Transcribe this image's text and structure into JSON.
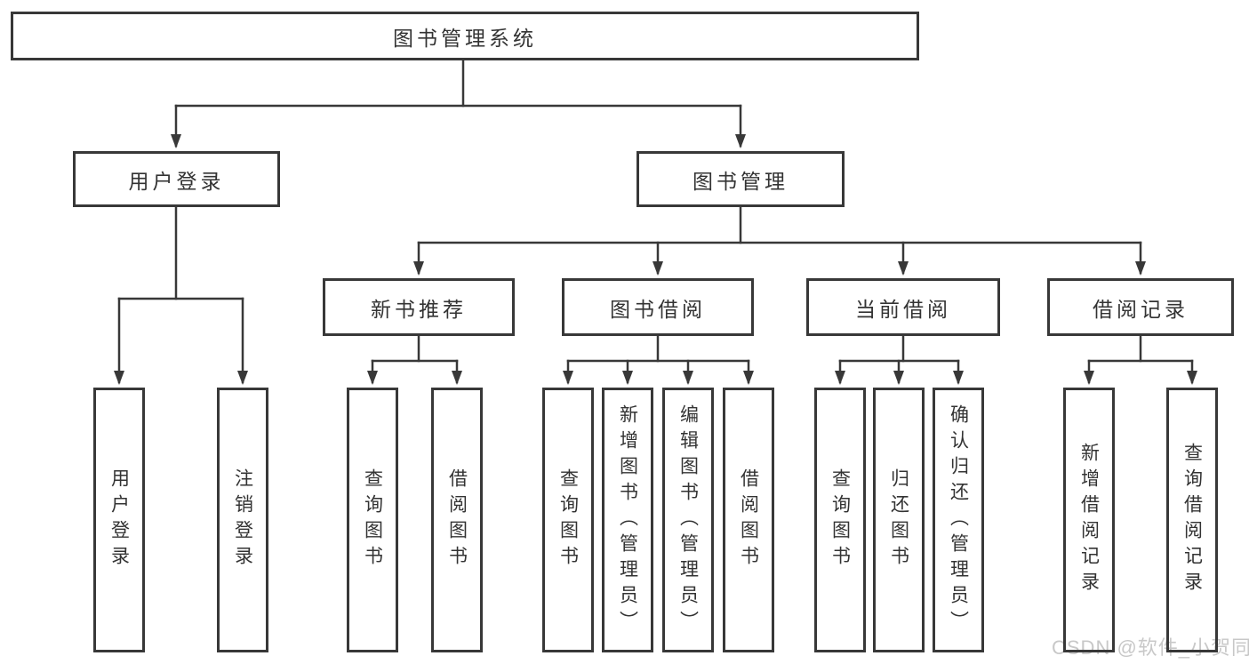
{
  "tree": {
    "root": "图书管理系统",
    "user_login": {
      "label": "用户登录",
      "children": [
        "用户登录",
        "注销登录"
      ]
    },
    "book_management": {
      "label": "图书管理",
      "sections": {
        "new_book": {
          "label": "新书推荐",
          "children": [
            "查询图书",
            "借阅图书"
          ]
        },
        "book_borrow": {
          "label": "图书借阅",
          "children": [
            "查询图书",
            "新增图书（管理员）",
            "编辑图书（管理员）",
            "借阅图书"
          ]
        },
        "current_borrow": {
          "label": "当前借阅",
          "children": [
            "查询图书",
            "归还图书",
            "确认归还（管理员）"
          ]
        },
        "borrow_records": {
          "label": "借阅记录",
          "children": [
            "新增借阅记录",
            "查询借阅记录"
          ]
        }
      }
    }
  },
  "watermark": "CSDN @软件_小贺同学",
  "colors": {
    "line": "#383838",
    "box_border": "#383838",
    "text": "#333333",
    "watermark": "#c8c8c8",
    "background": "#ffffff"
  }
}
